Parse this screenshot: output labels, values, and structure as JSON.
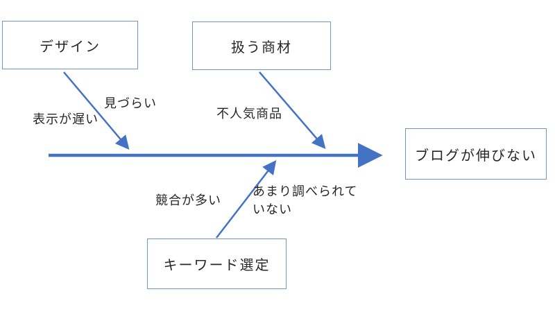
{
  "diagram": {
    "kind": "fishbone-cause-effect",
    "accent_color": "#4472C4",
    "box_border_color": "#7393C1"
  },
  "boxes": {
    "design": {
      "label": "デザイン"
    },
    "products": {
      "label": "扱う商材"
    },
    "keyword": {
      "label": "キーワード選定"
    },
    "effect": {
      "label": "ブログが伸びない"
    }
  },
  "causes": {
    "hard_to_see": "見づらい",
    "slow_display": "表示が遅い",
    "unpopular_products": "不人気商品",
    "many_competitors": "競合が多い",
    "not_researched_line1": "あまり調べられて",
    "not_researched_line2": "いない"
  }
}
